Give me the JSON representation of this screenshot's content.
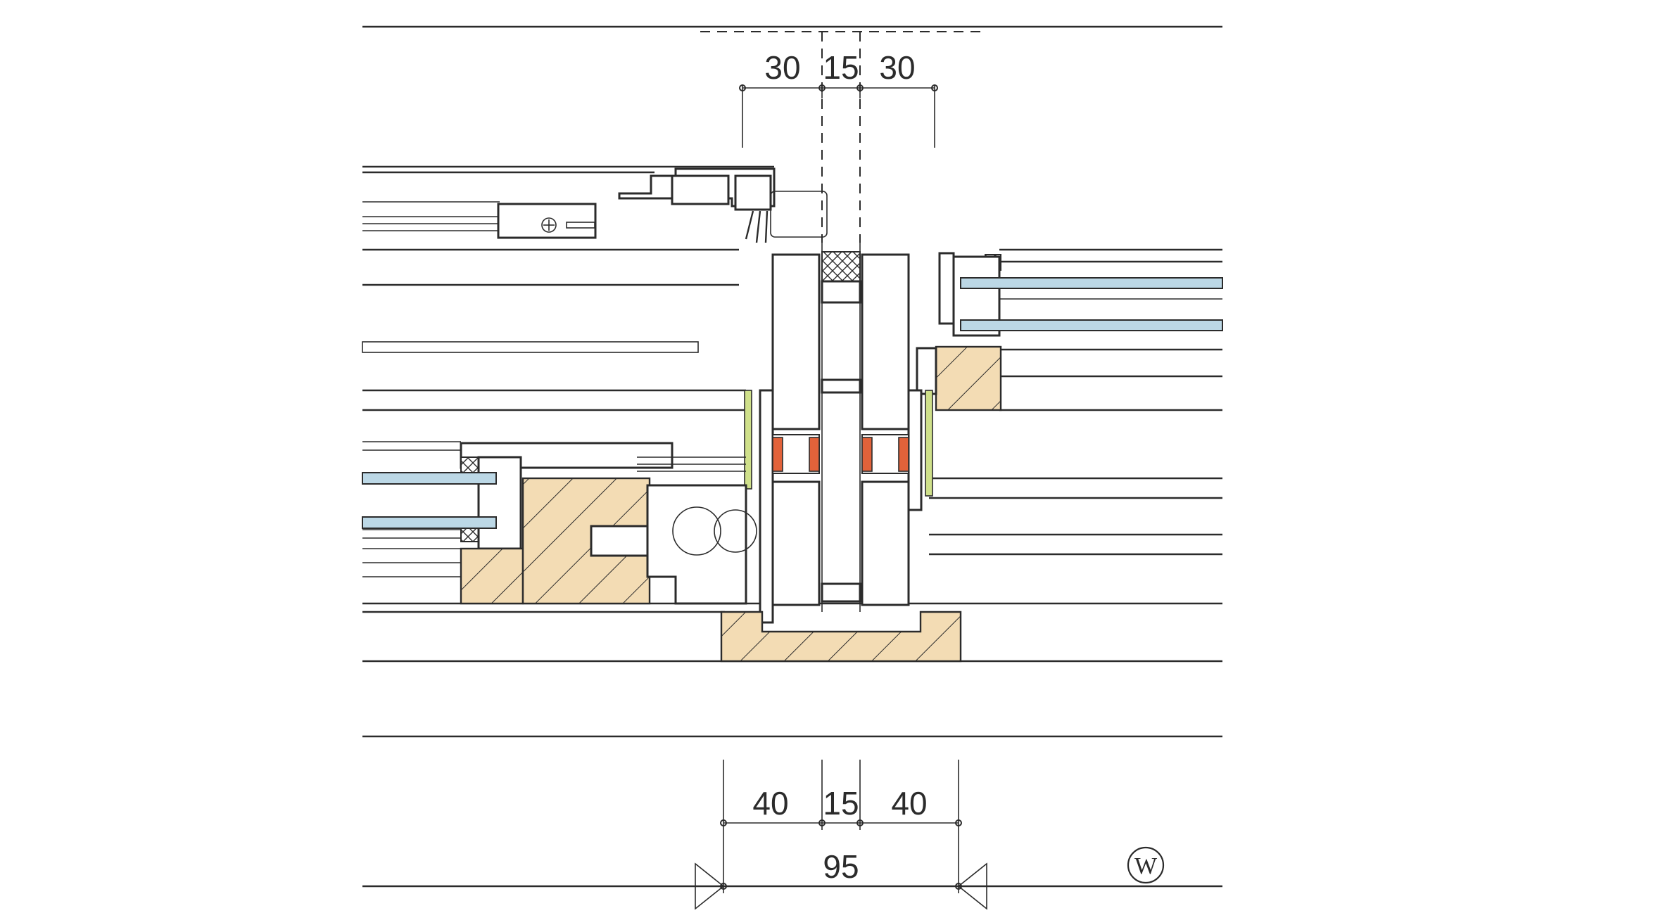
{
  "dimensions": {
    "top": [
      "30",
      "15",
      "30"
    ],
    "bottom": [
      "40",
      "15",
      "40"
    ],
    "overall": "95"
  },
  "symbol": {
    "label": "W"
  },
  "colors": {
    "line": "#2b2b2b",
    "glass": "#bcd8e6",
    "wood": "#f3dcb4",
    "thermal_break": "#e2623a",
    "gasket": "#cfe08a"
  }
}
